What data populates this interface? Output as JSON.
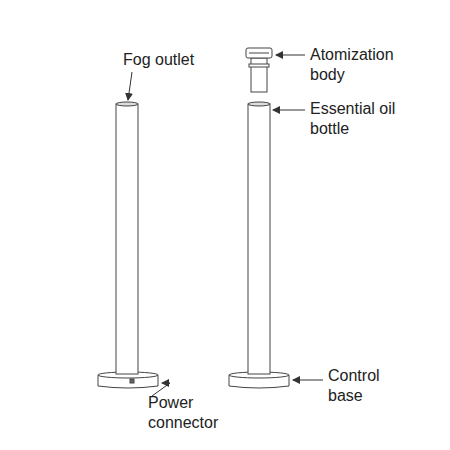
{
  "diagram": {
    "labels": [
      "Fog outlet",
      "Atomization body",
      "Essential oil bottle",
      "Power connector",
      "Control base"
    ]
  }
}
